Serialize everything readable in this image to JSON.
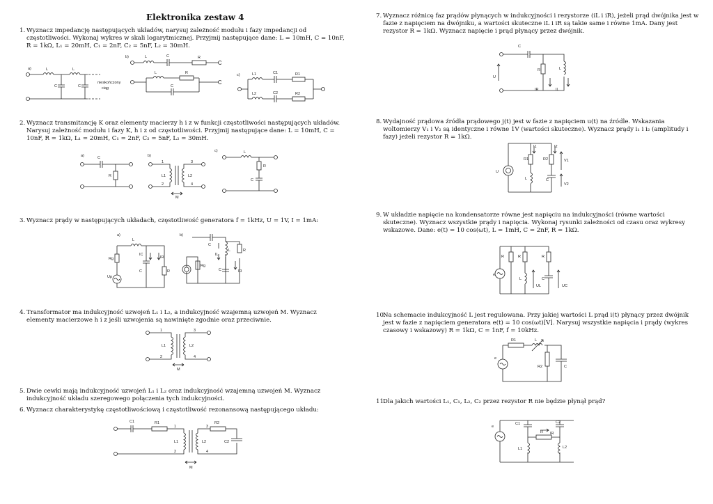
{
  "title": "Elektronika zestaw 4",
  "problems": [
    {
      "num": "1.",
      "text": "Wyznacz impedancję następujących układów, narysuj zależność modułu i fazy impedancji od częstotliwości. Wykonaj wykres w skali logarytmicznej. Przyjmij następujące dane: L = 10mH, C = 10nF, R = 1kΩ, L₁ = 20mH, C₁ = 2nF, C₂ = 5nF, L₂ = 30mH."
    },
    {
      "num": "2.",
      "text": "Wyznacz transmitancję K oraz elementy macierzy h i z w funkcji częstotliwości następujących układów. Narysuj zależność modułu i fazy K, h i z od częstotliwości. Przyjmij następujące dane: L = 10mH, C = 10nF, R = 1kΩ, L₁ = 20mH, C₁ = 2nF, C₂ = 5nF, L₂ = 30mH."
    },
    {
      "num": "3.",
      "text": "Wyznacz prądy w następujących układach, częstotliwość generatora f = 1kHz, U = 1V, I = 1mA:"
    },
    {
      "num": "4.",
      "text": "Transformator ma indukcyjność uzwojeń L₁ i L₂, a indukcyjność wzajemną uzwojeń M. Wyznacz elementy macierzowe h i z jeśli uzwojenia są nawinięte zgodnie oraz przeciwnie."
    },
    {
      "num": "5.",
      "text": "Dwie cewki mają indukcyjność uzwojeń L₁ i L₂ oraz indukcyjność wzajemną uzwojeń M. Wyznacz indukcyjność układu szeregowego połączenia tych indukcyjności."
    },
    {
      "num": "6.",
      "text": "Wyznacz charakterystykę częstotliwościową i częstotliwość rezonansową następującego układu:"
    },
    {
      "num": "7.",
      "text": "Wyznacz różnicę faz prądów płynących w indukcyjności i rezystorze (iL i iR), jeżeli prąd dwójnika jest w fazie z napięciem na dwójniku, a wartości skuteczne iL i iR są takie same i równe 1mA. Dany jest rezystor R = 1kΩ. Wyznacz napięcie i prąd płynący przez dwójnik."
    },
    {
      "num": "8.",
      "text": "Wydajność prądowa źródła prądowego j(t) jest w fazie z napięciem u(t) na źródle. Wskazania woltomierzy V₁ i V₂ są identyczne i równe 1V (wartości skuteczne). Wyznacz prądy i₁ i i₂ (amplitudy i fazy) jeżeli rezystor R = 1kΩ."
    },
    {
      "num": "9.",
      "text": "W układzie napięcie na kondensatorze równe jest napięciu na indukcyjności (równe wartości skuteczne). Wyznacz wszystkie prądy i napięcia. Wykonaj rysunki zależności od czasu oraz wykresy wskazowe. Dane: e(t) = 10 cos(ωt), L = 1mH, C = 2nF, R = 1kΩ."
    },
    {
      "num": "10.",
      "text": "Na schemacie indukcyjność L jest regulowana. Przy jakiej wartości L prąd i(t) płynący przez dwójnik jest w fazie z napięciem generatora e(t) = 10 cos(ωt)[V]. Narysuj wszystkie napięcia i prądy (wykres czasowy i wskazowy) R = 1kΩ, C = 1nF, f = 10kHz."
    },
    {
      "num": "11.",
      "text": "Dla jakich wartości L₁, C₁, L₂, C₂ przez rezystor R nie będzie płynął prąd?"
    }
  ],
  "labels": {
    "a": "a)",
    "b": "b)",
    "c": "c)",
    "L": "L",
    "C": "C",
    "R": "R",
    "L1": "L1",
    "L2": "L2",
    "C1": "C1",
    "C2": "C2",
    "R1": "R1",
    "R2": "R2",
    "M": "M",
    "n1": "1",
    "n2": "2",
    "n3": "3",
    "n4": "4",
    "inf1": "nieskończony",
    "inf2": "ciąg",
    "IC": "IC",
    "IR": "IR",
    "IL": "IL",
    "Up": "Up",
    "Rg": "Rg",
    "U": "U",
    "I1": "I1",
    "I2": "I2",
    "V1": "V1",
    "V2": "V2",
    "UL": "UL",
    "UC": "UC",
    "e": "e"
  }
}
